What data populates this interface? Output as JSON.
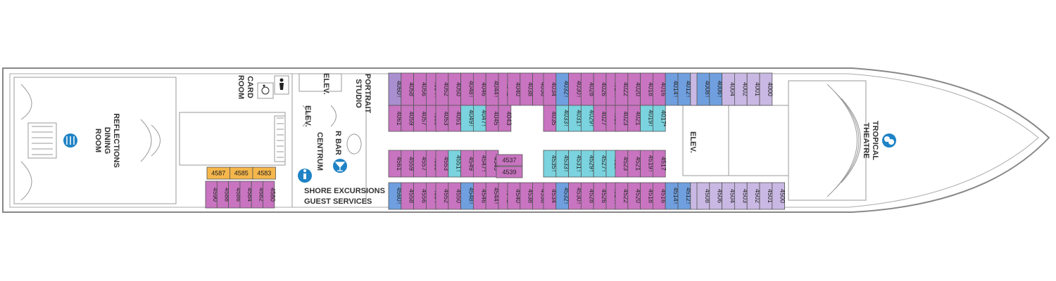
{
  "colors": {
    "magenta": "#c874c0",
    "purple": "#a98fcf",
    "lavender": "#c9b8e3",
    "blue": "#6f9fdf",
    "cyan": "#7ad3de",
    "orange": "#f5b64b",
    "hull": "#888888",
    "icon_blue": "#1f83c5"
  },
  "labels": {
    "reflections": [
      "REFLECTIONS",
      "DINING",
      "ROOM"
    ],
    "card_room": [
      "CARD",
      "ROOM"
    ],
    "elev_top": "ELEV.",
    "elev_mid": "ELEV.",
    "centrum": "CENTRUM",
    "portrait": [
      "PORTRAIT",
      "STUDIO"
    ],
    "r_bar": "R BAR",
    "shore": "SHORE EXCURSIONS",
    "guest": "GUEST SERVICES",
    "elev_right": "ELEV.",
    "theatre": [
      "TROPICAL",
      "THEATRE"
    ]
  },
  "icons": {
    "dining": "dining-icon",
    "bar": "cocktail-icon",
    "info": "info-icon",
    "theatre": "theatre-masks-icon",
    "accessible": "wheelchair-icon",
    "restroom": "restroom-icon"
  },
  "cabins": {
    "top_outer": [
      {
        "n": "4060",
        "c": "purple",
        "sym": "↑"
      },
      {
        "n": "4058",
        "c": "magenta",
        "sym": ""
      },
      {
        "n": "4056",
        "c": "magenta",
        "sym": ""
      },
      {
        "n": "4054",
        "c": "magenta",
        "sym": "↑"
      },
      {
        "n": "4052",
        "c": "magenta",
        "sym": ""
      },
      {
        "n": "4050",
        "c": "magenta",
        "sym": ""
      },
      {
        "n": "4048",
        "c": "magenta",
        "sym": "↑"
      },
      {
        "n": "4046",
        "c": "magenta",
        "sym": ""
      },
      {
        "n": "4044",
        "c": "magenta",
        "sym": "↑"
      },
      {
        "n": "4042",
        "c": "magenta",
        "sym": ""
      },
      {
        "n": "4040",
        "c": "magenta",
        "sym": ""
      },
      {
        "n": "4038",
        "c": "magenta",
        "sym": ""
      },
      {
        "n": "4036",
        "c": "magenta",
        "sym": ""
      },
      {
        "n": "4034",
        "c": "magenta",
        "sym": ""
      },
      {
        "n": "4032",
        "c": "blue",
        "sym": "↑"
      },
      {
        "n": "4030",
        "c": "magenta",
        "sym": "↑"
      },
      {
        "n": "4028",
        "c": "magenta",
        "sym": ""
      },
      {
        "n": "4026",
        "c": "magenta",
        "sym": ""
      },
      {
        "n": "4024",
        "c": "magenta",
        "sym": "↑"
      },
      {
        "n": "4022",
        "c": "magenta",
        "sym": ""
      },
      {
        "n": "4020",
        "c": "magenta",
        "sym": ""
      },
      {
        "n": "4018",
        "c": "magenta",
        "sym": ""
      },
      {
        "n": "4016",
        "c": "magenta",
        "sym": ""
      },
      {
        "n": "4014",
        "c": "blue",
        "sym": "↑"
      },
      {
        "n": "4012",
        "c": "blue",
        "sym": "↑"
      },
      {
        "n": "4010",
        "c": "lavender",
        "sym": ""
      },
      {
        "n": "4008",
        "c": "blue",
        "sym": "↑"
      },
      {
        "n": "4006",
        "c": "blue",
        "sym": "↑"
      },
      {
        "n": "4004",
        "c": "lavender",
        "sym": ""
      },
      {
        "n": "4002",
        "c": "lavender",
        "sym": ""
      },
      {
        "n": "4001",
        "c": "lavender",
        "sym": ""
      },
      {
        "n": "4000",
        "c": "lavender",
        "sym": ""
      }
    ],
    "top_inner": [
      {
        "n": "4061",
        "c": "magenta",
        "sym": ""
      },
      {
        "n": "4059",
        "c": "magenta",
        "sym": ""
      },
      {
        "n": "4057",
        "c": "magenta",
        "sym": ""
      },
      {
        "n": "4055",
        "c": "magenta",
        "sym": ""
      },
      {
        "n": "4053",
        "c": "magenta",
        "sym": ""
      },
      {
        "n": "4051",
        "c": "magenta",
        "sym": ""
      },
      {
        "n": "4049",
        "c": "cyan",
        "sym": "↑"
      },
      {
        "n": "4047",
        "c": "cyan",
        "sym": "↑"
      },
      {
        "n": "4045",
        "c": "magenta",
        "sym": ""
      },
      {
        "n": "4043",
        "c": "magenta",
        "sym": ""
      },
      {
        "n": "4035",
        "c": "magenta",
        "sym": ""
      },
      {
        "n": "4033",
        "c": "cyan",
        "sym": "↑"
      },
      {
        "n": "4031",
        "c": "cyan",
        "sym": "↑"
      },
      {
        "n": "4029",
        "c": "cyan",
        "sym": "↑"
      },
      {
        "n": "4027",
        "c": "magenta",
        "sym": ""
      },
      {
        "n": "4025",
        "c": "magenta",
        "sym": ""
      },
      {
        "n": "4023",
        "c": "magenta",
        "sym": ""
      },
      {
        "n": "4021",
        "c": "magenta",
        "sym": ""
      },
      {
        "n": "4019",
        "c": "cyan",
        "sym": "↑"
      },
      {
        "n": "4017",
        "c": "cyan",
        "sym": "*"
      }
    ],
    "bottom_inner": [
      {
        "n": "4561",
        "c": "magenta",
        "sym": ""
      },
      {
        "n": "4559",
        "c": "magenta",
        "sym": ""
      },
      {
        "n": "4557",
        "c": "magenta",
        "sym": ""
      },
      {
        "n": "4555",
        "c": "magenta",
        "sym": ""
      },
      {
        "n": "4553",
        "c": "magenta",
        "sym": ""
      },
      {
        "n": "4551",
        "c": "cyan",
        "sym": "↑"
      },
      {
        "n": "4549",
        "c": "magenta",
        "sym": ""
      },
      {
        "n": "4547",
        "c": "magenta",
        "sym": "↑"
      },
      {
        "n": "4545",
        "c": "magenta",
        "sym": ""
      },
      {
        "n": "4535",
        "c": "cyan",
        "sym": "↑"
      },
      {
        "n": "4533",
        "c": "cyan",
        "sym": "↑"
      },
      {
        "n": "4531",
        "c": "cyan",
        "sym": "↑"
      },
      {
        "n": "4529",
        "c": "cyan",
        "sym": "↑"
      },
      {
        "n": "4527",
        "c": "cyan",
        "sym": "↑"
      },
      {
        "n": "4525",
        "c": "cyan",
        "sym": "*"
      },
      {
        "n": "4523",
        "c": "magenta",
        "sym": ""
      },
      {
        "n": "4521",
        "c": "magenta",
        "sym": ""
      },
      {
        "n": "4519",
        "c": "magenta",
        "sym": "↑"
      },
      {
        "n": "4517",
        "c": "magenta",
        "sym": ""
      }
    ],
    "mid_pair": [
      {
        "n": "4537",
        "c": "magenta"
      },
      {
        "n": "4539",
        "c": "magenta"
      }
    ],
    "bottom_outer": [
      {
        "n": "4560",
        "c": "blue",
        "sym": "↑"
      },
      {
        "n": "4558",
        "c": "magenta",
        "sym": ""
      },
      {
        "n": "4556",
        "c": "magenta",
        "sym": ""
      },
      {
        "n": "4554",
        "c": "magenta",
        "sym": ""
      },
      {
        "n": "4552",
        "c": "magenta",
        "sym": ""
      },
      {
        "n": "4550",
        "c": "magenta",
        "sym": ""
      },
      {
        "n": "4548",
        "c": "blue",
        "sym": "↑"
      },
      {
        "n": "4546",
        "c": "magenta",
        "sym": ""
      },
      {
        "n": "4544",
        "c": "magenta",
        "sym": "↑"
      },
      {
        "n": "4542",
        "c": "magenta",
        "sym": ""
      },
      {
        "n": "4540",
        "c": "magenta",
        "sym": ""
      },
      {
        "n": "4538",
        "c": "magenta",
        "sym": ""
      },
      {
        "n": "4536",
        "c": "magenta",
        "sym": ""
      },
      {
        "n": "4534",
        "c": "magenta",
        "sym": ""
      },
      {
        "n": "4532",
        "c": "blue",
        "sym": "↑"
      },
      {
        "n": "4530",
        "c": "magenta",
        "sym": "↑"
      },
      {
        "n": "4528",
        "c": "magenta",
        "sym": ""
      },
      {
        "n": "4526",
        "c": "magenta",
        "sym": ""
      },
      {
        "n": "4524",
        "c": "magenta",
        "sym": "↑"
      },
      {
        "n": "4522",
        "c": "magenta",
        "sym": ""
      },
      {
        "n": "4520",
        "c": "magenta",
        "sym": ""
      },
      {
        "n": "4518",
        "c": "magenta",
        "sym": ""
      },
      {
        "n": "4516",
        "c": "magenta",
        "sym": ""
      },
      {
        "n": "4514",
        "c": "blue",
        "sym": "↑"
      },
      {
        "n": "4512",
        "c": "blue",
        "sym": "↑"
      },
      {
        "n": "4510",
        "c": "lavender",
        "sym": ""
      },
      {
        "n": "4508",
        "c": "lavender",
        "sym": ""
      },
      {
        "n": "4506",
        "c": "lavender",
        "sym": ""
      },
      {
        "n": "4504",
        "c": "lavender",
        "sym": ""
      },
      {
        "n": "4503",
        "c": "lavender",
        "sym": ""
      },
      {
        "n": "4502",
        "c": "lavender",
        "sym": ""
      },
      {
        "n": "4501",
        "c": "lavender",
        "sym": ""
      },
      {
        "n": "4500",
        "c": "lavender",
        "sym": ""
      }
    ],
    "aft_orange": [
      {
        "n": "4587",
        "c": "orange"
      },
      {
        "n": "4585",
        "c": "orange"
      },
      {
        "n": "4583",
        "c": "orange"
      }
    ],
    "aft_bottom": [
      {
        "n": "4590",
        "c": "magenta"
      },
      {
        "n": "4588",
        "c": "magenta"
      },
      {
        "n": "4586",
        "c": "magenta"
      },
      {
        "n": "4584",
        "c": "magenta"
      },
      {
        "n": "4582",
        "c": "magenta"
      },
      {
        "n": "4580",
        "c": "magenta"
      }
    ]
  }
}
